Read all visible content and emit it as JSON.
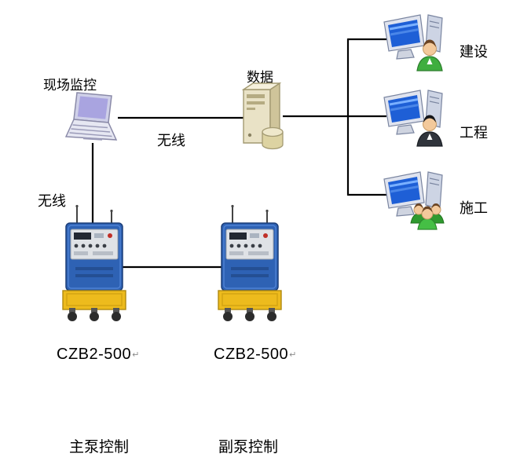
{
  "labels": {
    "site_monitor": "现场监控",
    "data_server": "数据",
    "wireless_top": "无线",
    "wireless_left": "无线",
    "client_1": "建设",
    "client_2": "工程",
    "client_3": "施工",
    "pump_left_model": "CZB2-500",
    "pump_right_model": "CZB2-500",
    "return_mark": "↵",
    "pump_left_role": "主泵控制",
    "pump_right_role": "副泵控制"
  },
  "colors": {
    "connection_line": "#000000",
    "machine_body_blue": "#2e62b4",
    "machine_base_yellow": "#edbb1d",
    "monitor_screen_blue": "#1e5fd6",
    "laptop_screen_lavender": "#a9a4e0",
    "server_case_tan": "#e9e2c6",
    "person_shirt_green": "#3fae3f",
    "person_suit_dark": "#30343c"
  }
}
